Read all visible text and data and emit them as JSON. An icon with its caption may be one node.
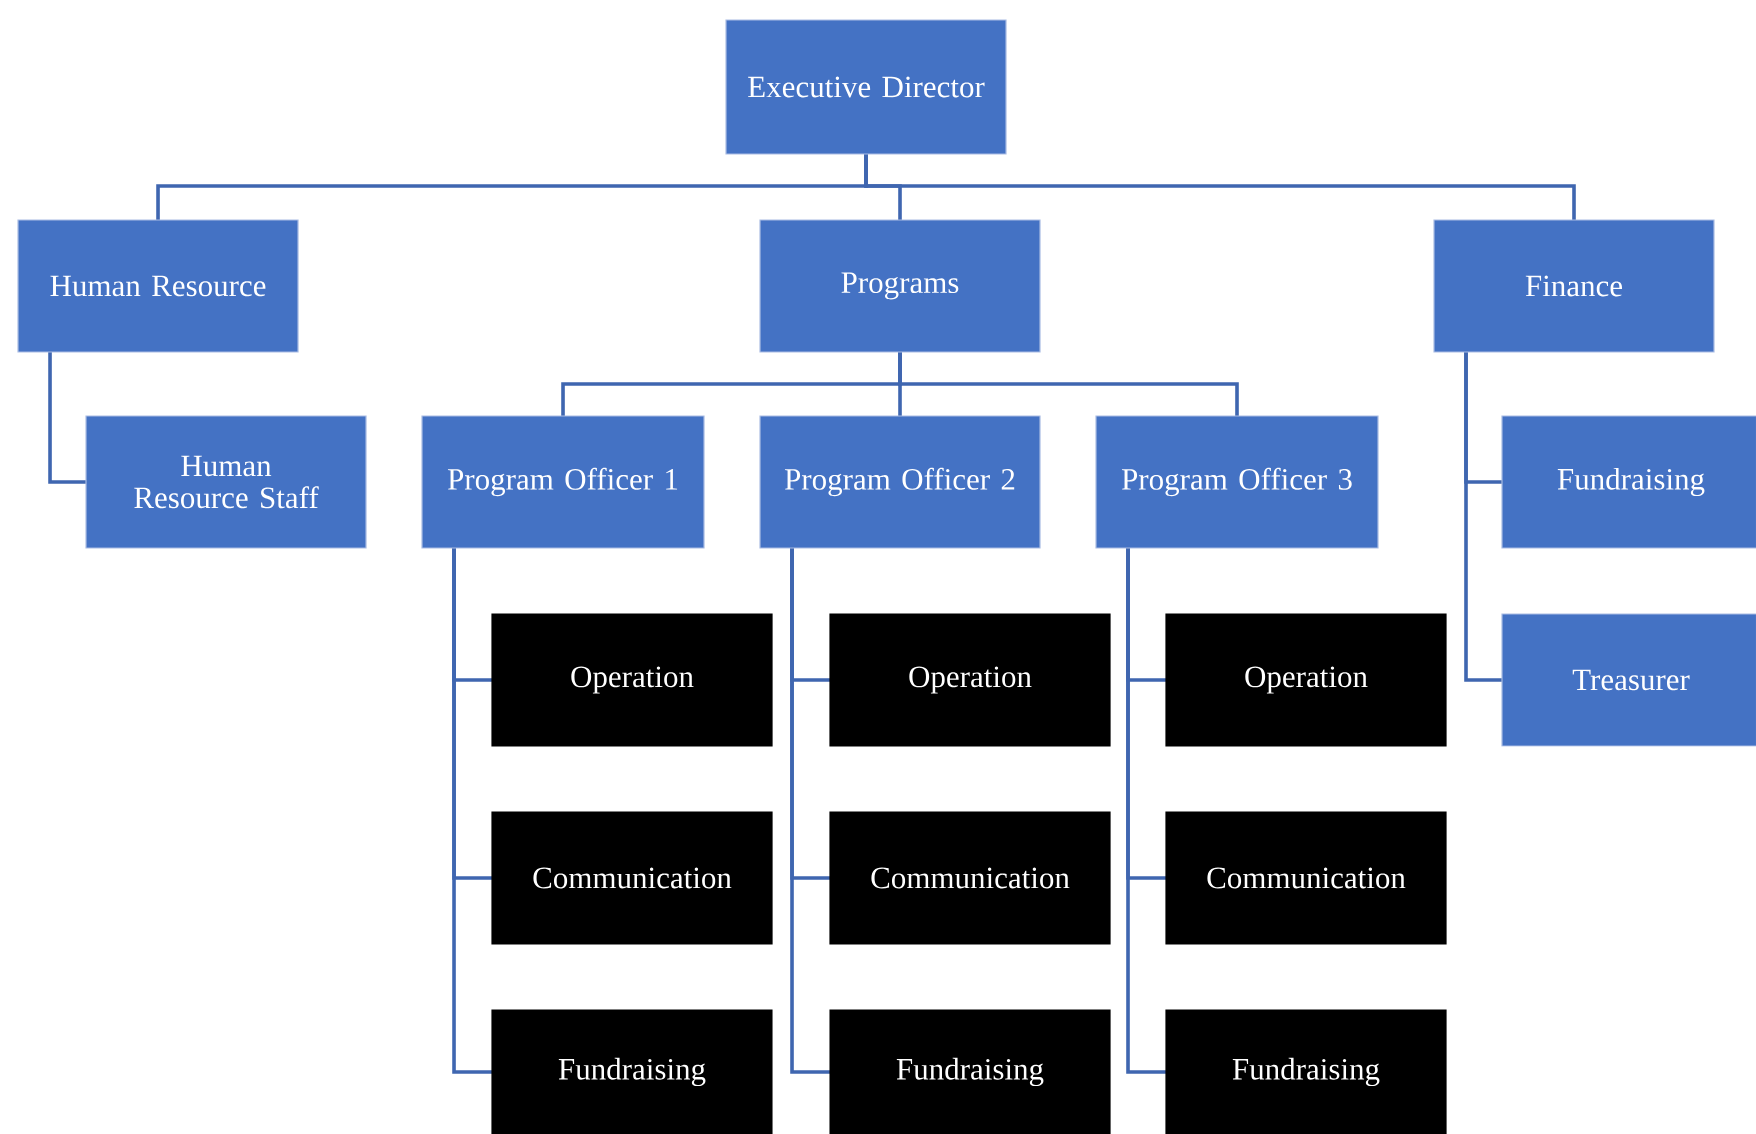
{
  "diagram": {
    "nodes": [
      {
        "text": [
          "Executive Director"
        ]
      },
      {
        "text": [
          "Human Resource"
        ]
      },
      {
        "text": [
          "Programs"
        ]
      },
      {
        "text": [
          "Finance"
        ]
      },
      {
        "text": [
          "Human Resource Staff"
        ]
      },
      {
        "text": [
          "Program Officer 1"
        ]
      },
      {
        "text": [
          "Program Officer 2"
        ]
      },
      {
        "text": [
          "Program Officer 3"
        ]
      },
      {
        "text": [
          "Fundraising"
        ]
      },
      {
        "text": [
          "Treasurer"
        ]
      },
      {
        "text": [
          "Operation"
        ]
      },
      {
        "text": [
          "Communication"
        ]
      },
      {
        "text": [
          "Fundraising"
        ]
      },
      {
        "text": [
          "Operation"
        ]
      },
      {
        "text": [
          "Communication"
        ]
      },
      {
        "text": [
          "Fundraising"
        ]
      },
      {
        "text": [
          "Operation"
        ]
      },
      {
        "text": [
          "Communication"
        ]
      },
      {
        "text": [
          "Fundraising"
        ]
      }
    ],
    "edges": [
      {
        "from": 0,
        "to": 1,
        "arrow": "none"
      },
      {
        "from": 0,
        "to": 2,
        "arrow": "none"
      },
      {
        "from": 0,
        "to": 3,
        "arrow": "none"
      },
      {
        "from": 1,
        "to": 4,
        "arrow": "none"
      },
      {
        "from": 2,
        "to": 5,
        "arrow": "none"
      },
      {
        "from": 2,
        "to": 6,
        "arrow": "none"
      },
      {
        "from": 2,
        "to": 7,
        "arrow": "none"
      },
      {
        "from": 3,
        "to": 8,
        "arrow": "none"
      },
      {
        "from": 3,
        "to": 9,
        "arrow": "none"
      },
      {
        "from": 5,
        "to": 10,
        "arrow": "none"
      },
      {
        "from": 5,
        "to": 11,
        "arrow": "none"
      },
      {
        "from": 5,
        "to": 12,
        "arrow": "none"
      },
      {
        "from": 6,
        "to": 13,
        "arrow": "none"
      },
      {
        "from": 6,
        "to": 14,
        "arrow": "none"
      },
      {
        "from": 6,
        "to": 15,
        "arrow": "none"
      },
      {
        "from": 7,
        "to": 16,
        "arrow": "none"
      },
      {
        "from": 7,
        "to": 17,
        "arrow": "none"
      },
      {
        "from": 7,
        "to": 18,
        "arrow": "none"
      }
    ]
  }
}
